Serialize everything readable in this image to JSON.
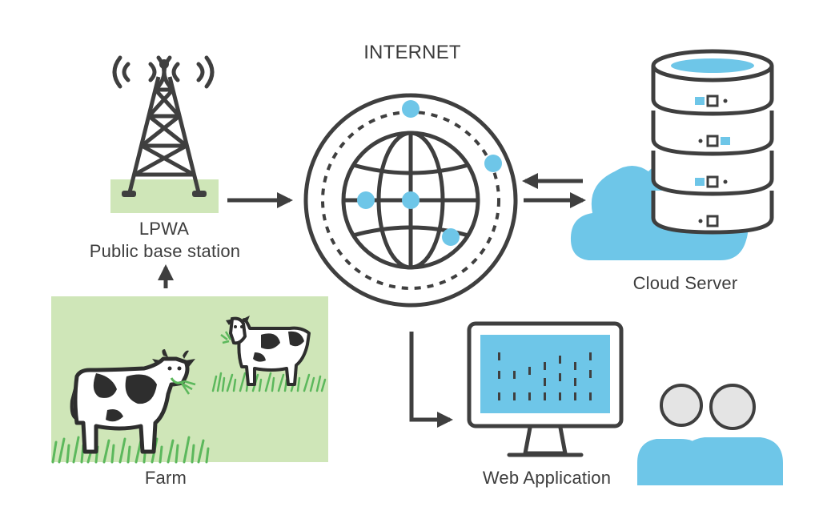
{
  "labels": {
    "internet": "INTERNET",
    "station_line1": "LPWA",
    "station_line2": "Public base station",
    "cloud": "Cloud Server",
    "farm": "Farm",
    "webapp": "Web Application"
  },
  "colors": {
    "outline": "#3f3f3f",
    "accent": "#6ec6e8",
    "grass_panel": "#cfe6b8",
    "grass": "#5cb85c",
    "user_head": "#e4e4e4"
  }
}
